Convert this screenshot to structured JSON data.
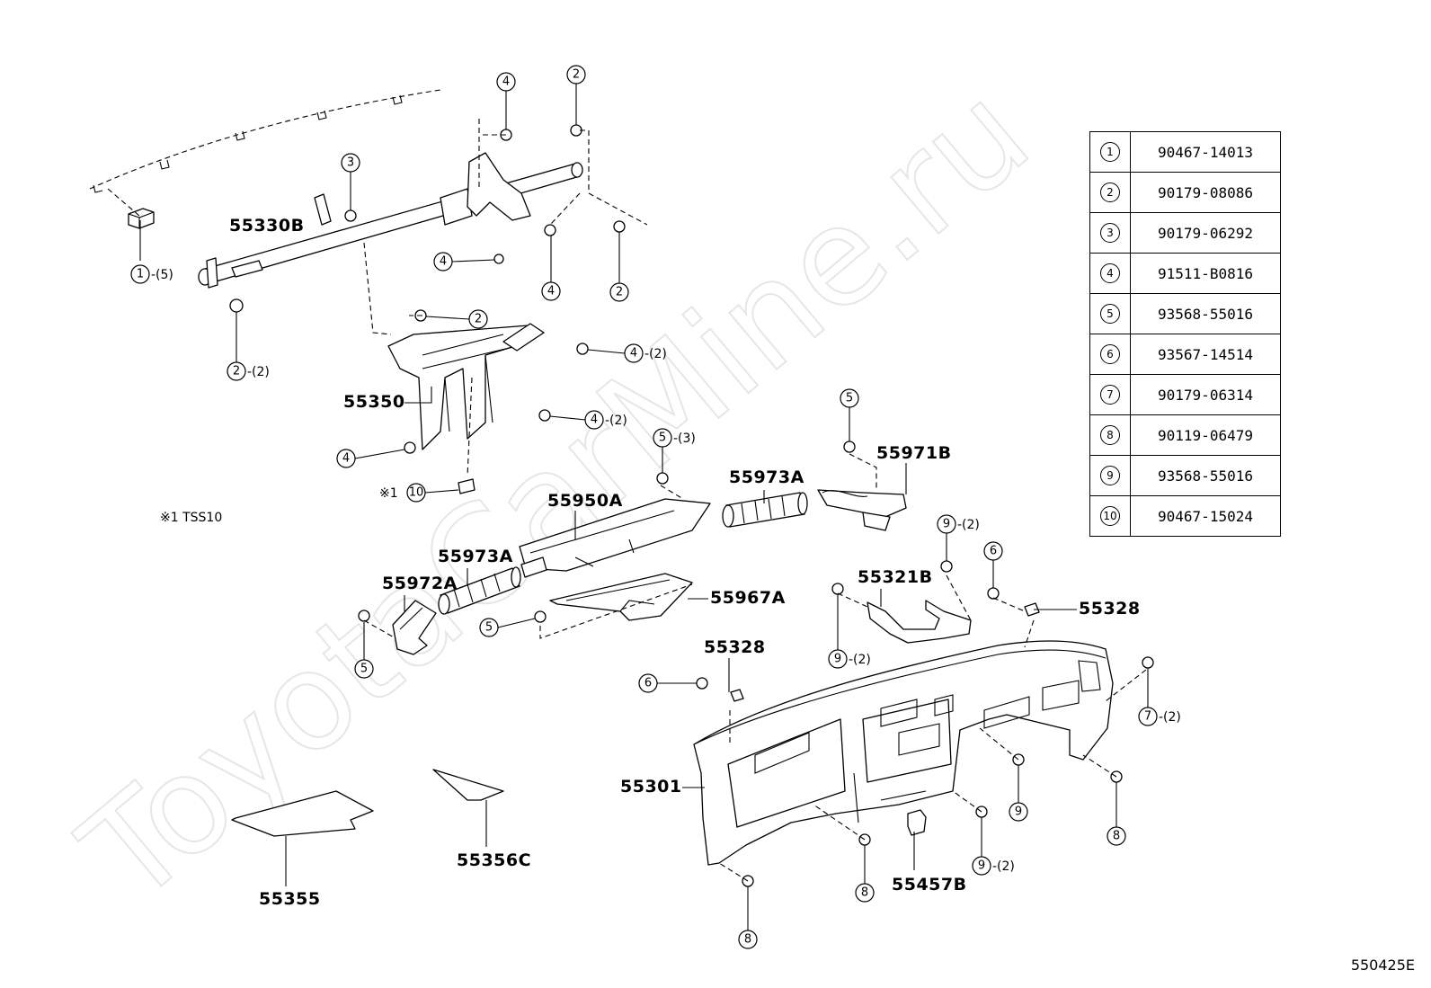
{
  "watermark": "ToyotaCarMine.ru",
  "diagram_code": "550425E",
  "note": "※1 TSS10",
  "legend": [
    {
      "num": "1",
      "part": "90467-14013"
    },
    {
      "num": "2",
      "part": "90179-08086"
    },
    {
      "num": "3",
      "part": "90179-06292"
    },
    {
      "num": "4",
      "part": "91511-B0816"
    },
    {
      "num": "5",
      "part": "93568-55016"
    },
    {
      "num": "6",
      "part": "93567-14514"
    },
    {
      "num": "7",
      "part": "90179-06314"
    },
    {
      "num": "8",
      "part": "90119-06479"
    },
    {
      "num": "9",
      "part": "93568-55016"
    },
    {
      "num": "10",
      "part": "90467-15024"
    }
  ],
  "part_labels": {
    "p55330B": "55330B",
    "p55350": "55350",
    "p55950A": "55950A",
    "p55973A_top": "55973A",
    "p55971B": "55971B",
    "p55973A_left": "55973A",
    "p55972A": "55972A",
    "p55967A": "55967A",
    "p55321B": "55321B",
    "p55328_right": "55328",
    "p55328_mid": "55328",
    "p55301": "55301",
    "p55355": "55355",
    "p55356C": "55356C",
    "p55457B": "55457B"
  },
  "callouts": {
    "c1_5": {
      "num": "1",
      "qty": "-(5)"
    },
    "c4_top": {
      "num": "4",
      "qty": ""
    },
    "c2_top": {
      "num": "2",
      "qty": ""
    },
    "c3": {
      "num": "3",
      "qty": ""
    },
    "c4_a": {
      "num": "4",
      "qty": ""
    },
    "c4_b": {
      "num": "4",
      "qty": ""
    },
    "c2_b": {
      "num": "2",
      "qty": ""
    },
    "c2_c": {
      "num": "2",
      "qty": "-(2)"
    },
    "c2_d": {
      "num": "2",
      "qty": ""
    },
    "c4_c": {
      "num": "4",
      "qty": "-(2)"
    },
    "c4_d": {
      "num": "4",
      "qty": "-(2)"
    },
    "c4_e": {
      "num": "4",
      "qty": ""
    },
    "c10": {
      "num": "10",
      "qty": "",
      "prefix": "※1"
    },
    "c5_a": {
      "num": "5",
      "qty": "-(3)"
    },
    "c5_b": {
      "num": "5",
      "qty": ""
    },
    "c5_c": {
      "num": "5",
      "qty": ""
    },
    "c5_d": {
      "num": "5",
      "qty": ""
    },
    "c9_a": {
      "num": "9",
      "qty": "-(2)"
    },
    "c6_a": {
      "num": "6",
      "qty": ""
    },
    "c9_b": {
      "num": "9",
      "qty": "-(2)"
    },
    "c6_b": {
      "num": "6",
      "qty": ""
    },
    "c7": {
      "num": "7",
      "qty": "-(2)"
    },
    "c9_c": {
      "num": "9",
      "qty": ""
    },
    "c8_a": {
      "num": "8",
      "qty": ""
    },
    "c8_b": {
      "num": "8",
      "qty": ""
    },
    "c9_d": {
      "num": "9",
      "qty": "-(2)"
    },
    "c8_c": {
      "num": "8",
      "qty": ""
    }
  }
}
